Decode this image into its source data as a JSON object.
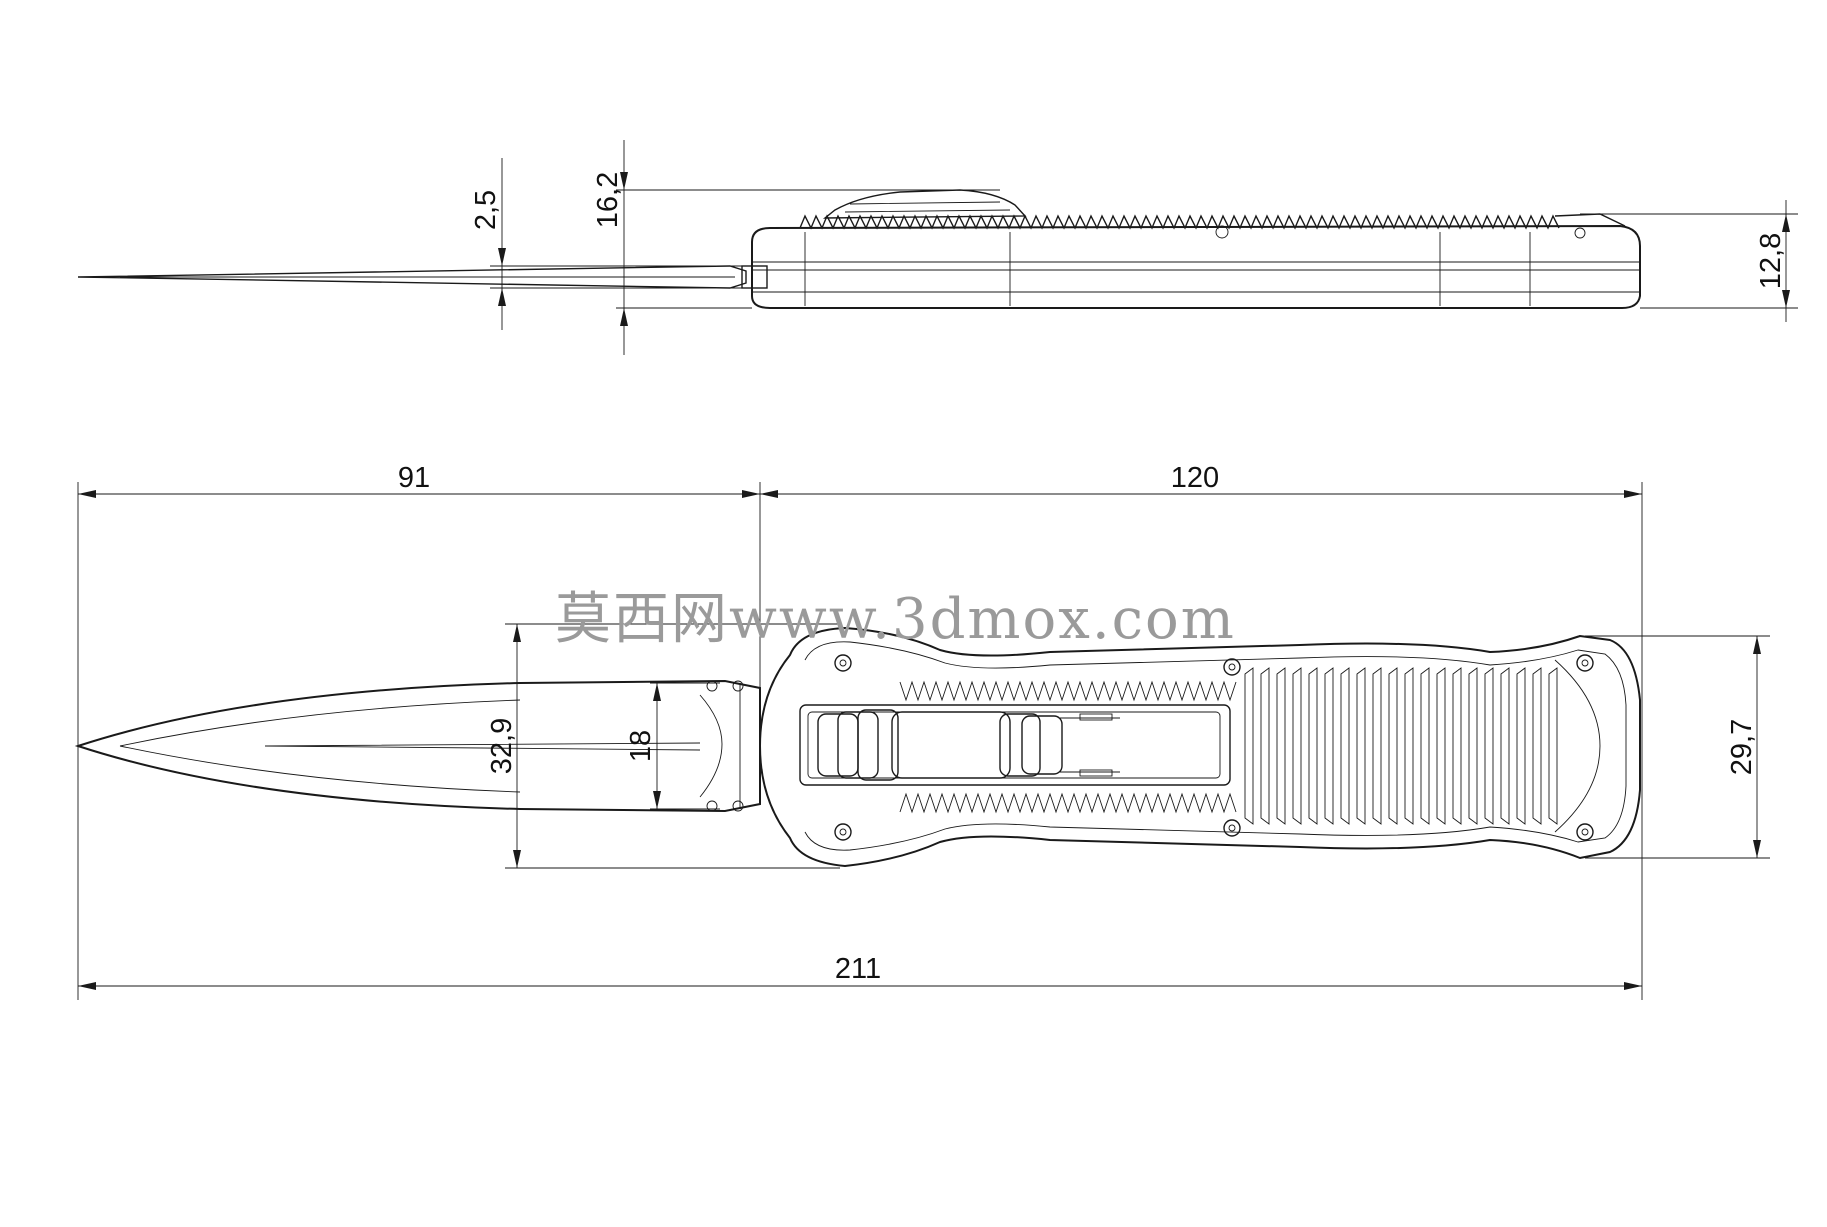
{
  "dimensions": {
    "side_blade_thickness": "2,5",
    "side_total_height": "16,2",
    "side_handle_height": "12,8",
    "blade_length": "91",
    "handle_length": "120",
    "overall_length": "211",
    "guard_width": "32,9",
    "blade_width": "18",
    "handle_width": "29,7"
  },
  "watermark": "莫西网www.3dmox.com"
}
